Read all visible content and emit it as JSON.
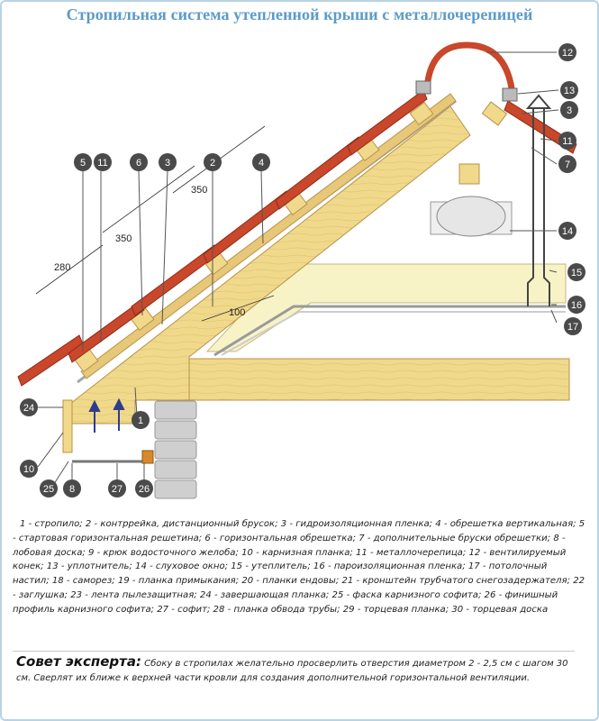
{
  "title": "Стропильная система утепленной крыши с металлочерепицей",
  "labels": {
    "n1": "1",
    "n2": "2",
    "n3a": "3",
    "n3b": "3",
    "n4": "4",
    "n5": "5",
    "n6": "6",
    "n7": "7",
    "n8": "8",
    "n10": "10",
    "n11a": "11",
    "n11b": "11",
    "n12": "12",
    "n13": "13",
    "n14": "14",
    "n15": "15",
    "n16": "16",
    "n17": "17",
    "n24": "24",
    "n25": "25",
    "n26": "26",
    "n27": "27"
  },
  "dimensions": {
    "d350a": "350",
    "d350b": "350",
    "d280": "280",
    "d100": "100"
  },
  "legend": "1 - стропило; 2 - контррейка, дистанционный брусок; 3 - гидроизоляционная пленка; 4 - обрешетка вертикальная; 5 - стартовая горизонтальная решетина; 6 - горизонтальная обрешетка; 7 - дополнительные бруски обрешетки; 8 - лобовая доска; 9 - крюк водосточного желоба; 10 - карнизная планка; 11 - металлочерепица; 12 - вентилируемый конек; 13 - уплотнитель; 14 - слуховое окно; 15 - утеплитель; 16 - пароизоляционная пленка; 17 - потолочный настил; 18 - саморез; 19 - планка примыкания; 20 - планки ендовы; 21 - кронштейн трубчатого снегозадержателя; 22 - заглушка; 23 - лента пылезащитная; 24 - завершающая планка; 25 - фаска карнизного софита; 26 - финишный профиль карнизного софита; 27 - софит; 28 - планка обвода трубы; 29 - торцевая планка; 30 - торцевая доска",
  "tip": {
    "title": "Совет эксперта:",
    "text": "Сбоку в стропилах желательно просверлить отверстия диаметром 2 - 2,5 см с шагом 30 см. Сверлят их ближе к верхней части кровли для создания дополнительной горизонтальной вентиляции."
  },
  "colors": {
    "title": "#5b9bc8",
    "roof_tile": "#c9472b",
    "timber": "#f0d98a",
    "timber_dark": "#b8934a",
    "insulation": "#f7f3c7",
    "callout": "#555555",
    "brick": "#cfcfcf",
    "arrow_blue": "#2f3c8c"
  }
}
